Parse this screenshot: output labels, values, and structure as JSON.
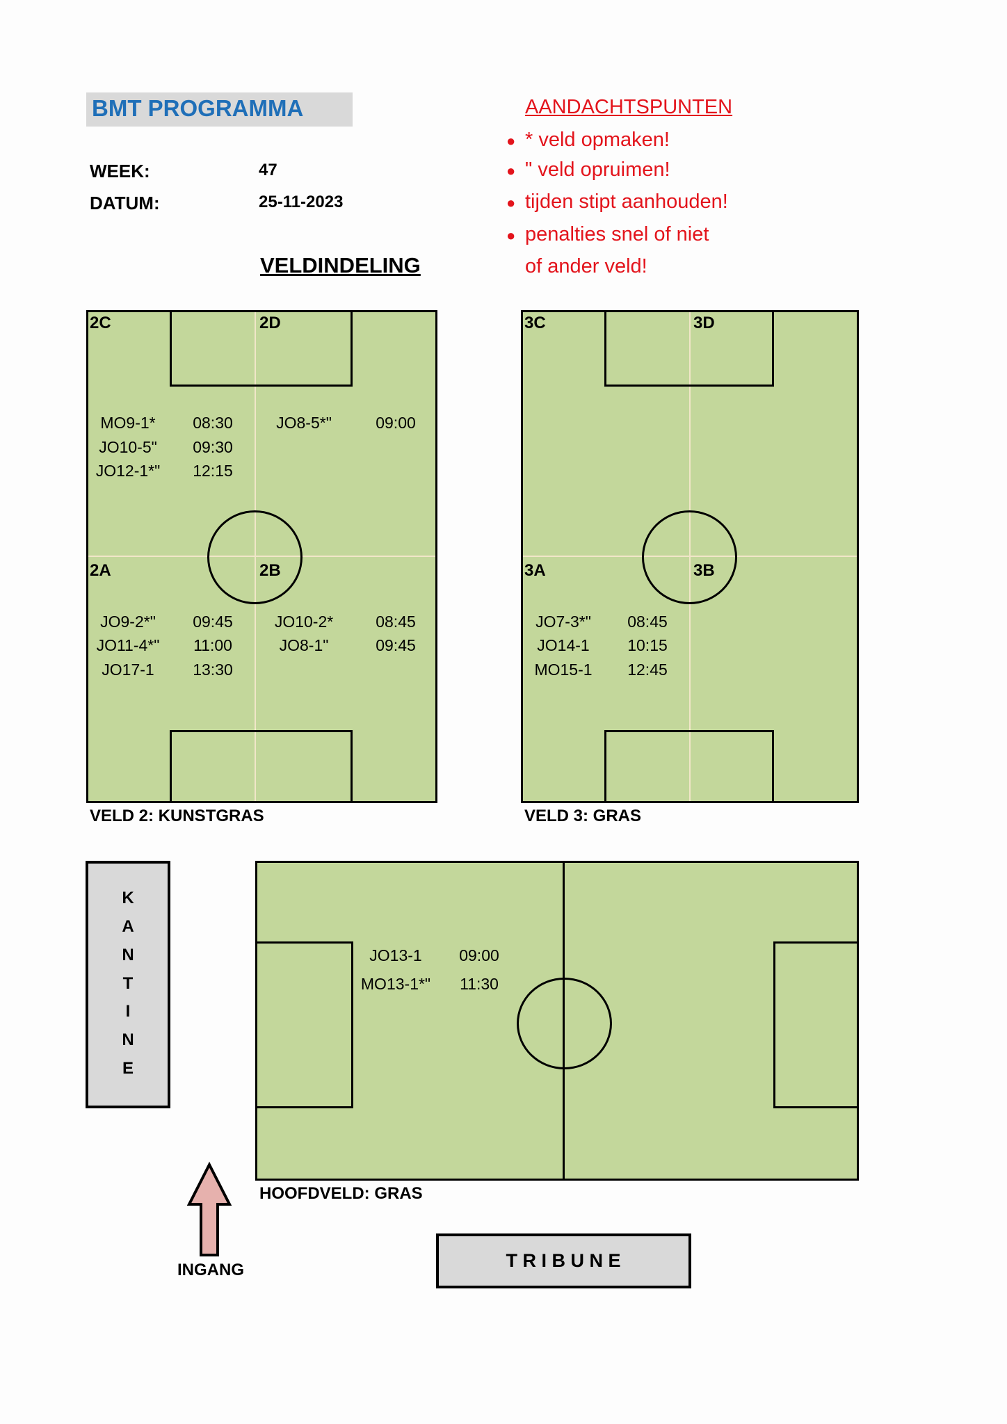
{
  "header": {
    "title": "BMT PROGRAMMA",
    "week_label": "WEEK:",
    "week": "47",
    "date_label": "DATUM:",
    "date": "25-11-2023",
    "section_title": "VELDINDELING"
  },
  "notes": {
    "title": "AANDACHTSPUNTEN",
    "items": [
      "* veld opmaken!",
      "\" veld opruimen!",
      "tijden stipt aanhouden!",
      "penalties snel of niet"
    ],
    "continuation": "of ander veld!"
  },
  "veld2": {
    "label": "VELD 2: KUNSTGRAS",
    "zones": {
      "c": "2C",
      "d": "2D",
      "a": "2A",
      "b": "2B"
    },
    "top_left": [
      {
        "team": "MO9-1*",
        "time": "08:30"
      },
      {
        "team": "JO10-5\"",
        "time": "09:30"
      },
      {
        "team": "JO12-1*\"",
        "time": "12:15"
      }
    ],
    "top_right": [
      {
        "team": "JO8-5*\"",
        "time": "09:00"
      }
    ],
    "bottom_left": [
      {
        "team": "JO9-2*\"",
        "time": "09:45"
      },
      {
        "team": "JO11-4*\"",
        "time": "11:00"
      },
      {
        "team": "JO17-1",
        "time": "13:30"
      }
    ],
    "bottom_right": [
      {
        "team": "JO10-2*",
        "time": "08:45"
      },
      {
        "team": "JO8-1\"",
        "time": "09:45"
      }
    ]
  },
  "veld3": {
    "label": "VELD 3: GRAS",
    "zones": {
      "c": "3C",
      "d": "3D",
      "a": "3A",
      "b": "3B"
    },
    "bottom_left": [
      {
        "team": "JO7-3*\"",
        "time": "08:45"
      },
      {
        "team": "JO14-1",
        "time": "10:15"
      },
      {
        "team": "MO15-1",
        "time": "12:45"
      }
    ]
  },
  "hoofdveld": {
    "label": "HOOFDVELD: GRAS",
    "matches": [
      {
        "team": "JO13-1",
        "time": "09:00"
      },
      {
        "team": "MO13-1*\"",
        "time": "11:30"
      }
    ]
  },
  "kantine": {
    "letters": [
      "K",
      "A",
      "N",
      "T",
      "I",
      "N",
      "E"
    ]
  },
  "entrance": {
    "label": "INGANG"
  },
  "tribune": {
    "label": "T R I B U N E"
  }
}
